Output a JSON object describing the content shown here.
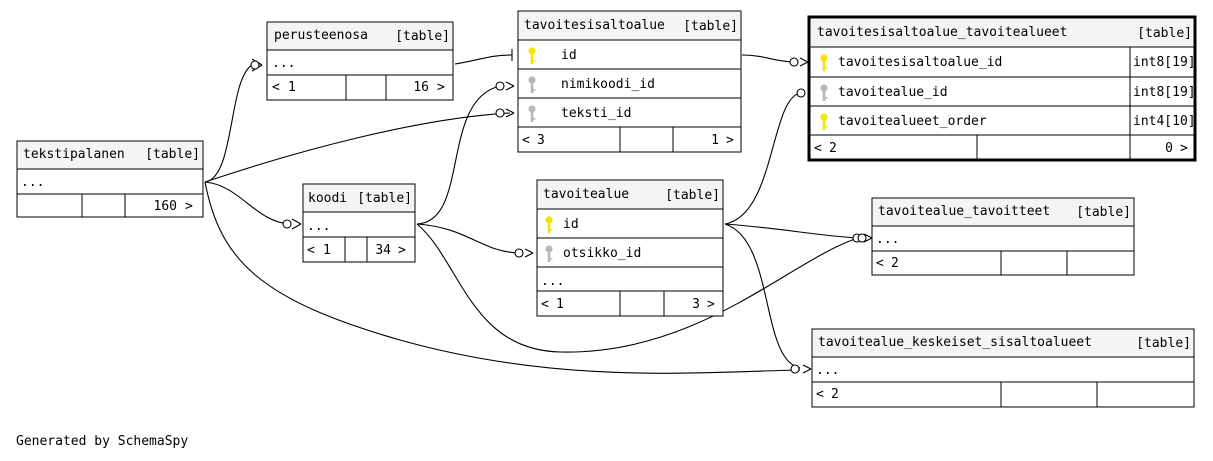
{
  "footer": "Generated by SchemaSpy",
  "table_tag": "[table]",
  "pager": {
    "prev": "<",
    "next": ">"
  },
  "tables": {
    "perusteenosa": {
      "name": "perusteenosa",
      "rows": [
        "..."
      ],
      "footer": [
        "1",
        "16"
      ]
    },
    "tavoitesisaltoalue": {
      "name": "tavoitesisaltoalue",
      "rows": [
        "id",
        "nimikoodi_id",
        "teksti_id"
      ],
      "footer": [
        "3",
        "1"
      ]
    },
    "tavoitesisaltoalue_tavoitealueet": {
      "name": "tavoitesisaltoalue_tavoitealueet",
      "rows": [
        "tavoitesisaltoalue_id",
        "tavoitealue_id",
        "tavoitealueet_order"
      ],
      "types": [
        "int8[19]",
        "int8[19]",
        "int4[10]"
      ],
      "footer": [
        "2",
        "0"
      ]
    },
    "tekstipalanen": {
      "name": "tekstipalanen",
      "rows": [
        "..."
      ],
      "footer": [
        "",
        "160"
      ]
    },
    "koodi": {
      "name": "koodi",
      "rows": [
        "..."
      ],
      "footer": [
        "1",
        "34"
      ]
    },
    "tavoitealue": {
      "name": "tavoitealue",
      "rows": [
        "id",
        "otsikko_id",
        "..."
      ],
      "footer": [
        "1",
        "3"
      ]
    },
    "tavoitealue_tavoitteet": {
      "name": "tavoitealue_tavoitteet",
      "rows": [
        "..."
      ],
      "footer": [
        "2",
        ""
      ]
    },
    "tavoitealue_keskeiset_sisaltoalueet": {
      "name": "tavoitealue_keskeiset_sisaltoalueet",
      "rows": [
        "..."
      ],
      "footer": [
        "2",
        ""
      ]
    }
  },
  "key_icons": {
    "tavoitesisaltoalue": [
      "primary-key",
      "foreign-key",
      "foreign-key"
    ],
    "tavoitesisaltoalue_tavoitealueet": [
      "primary-key",
      "foreign-key",
      "primary-key"
    ],
    "tavoitealue": [
      "primary-key",
      "foreign-key",
      "none"
    ]
  },
  "colors": {
    "primary_key": "#f5e500",
    "foreign_key": "#b8b8b8",
    "header": "#f4f4f4"
  }
}
